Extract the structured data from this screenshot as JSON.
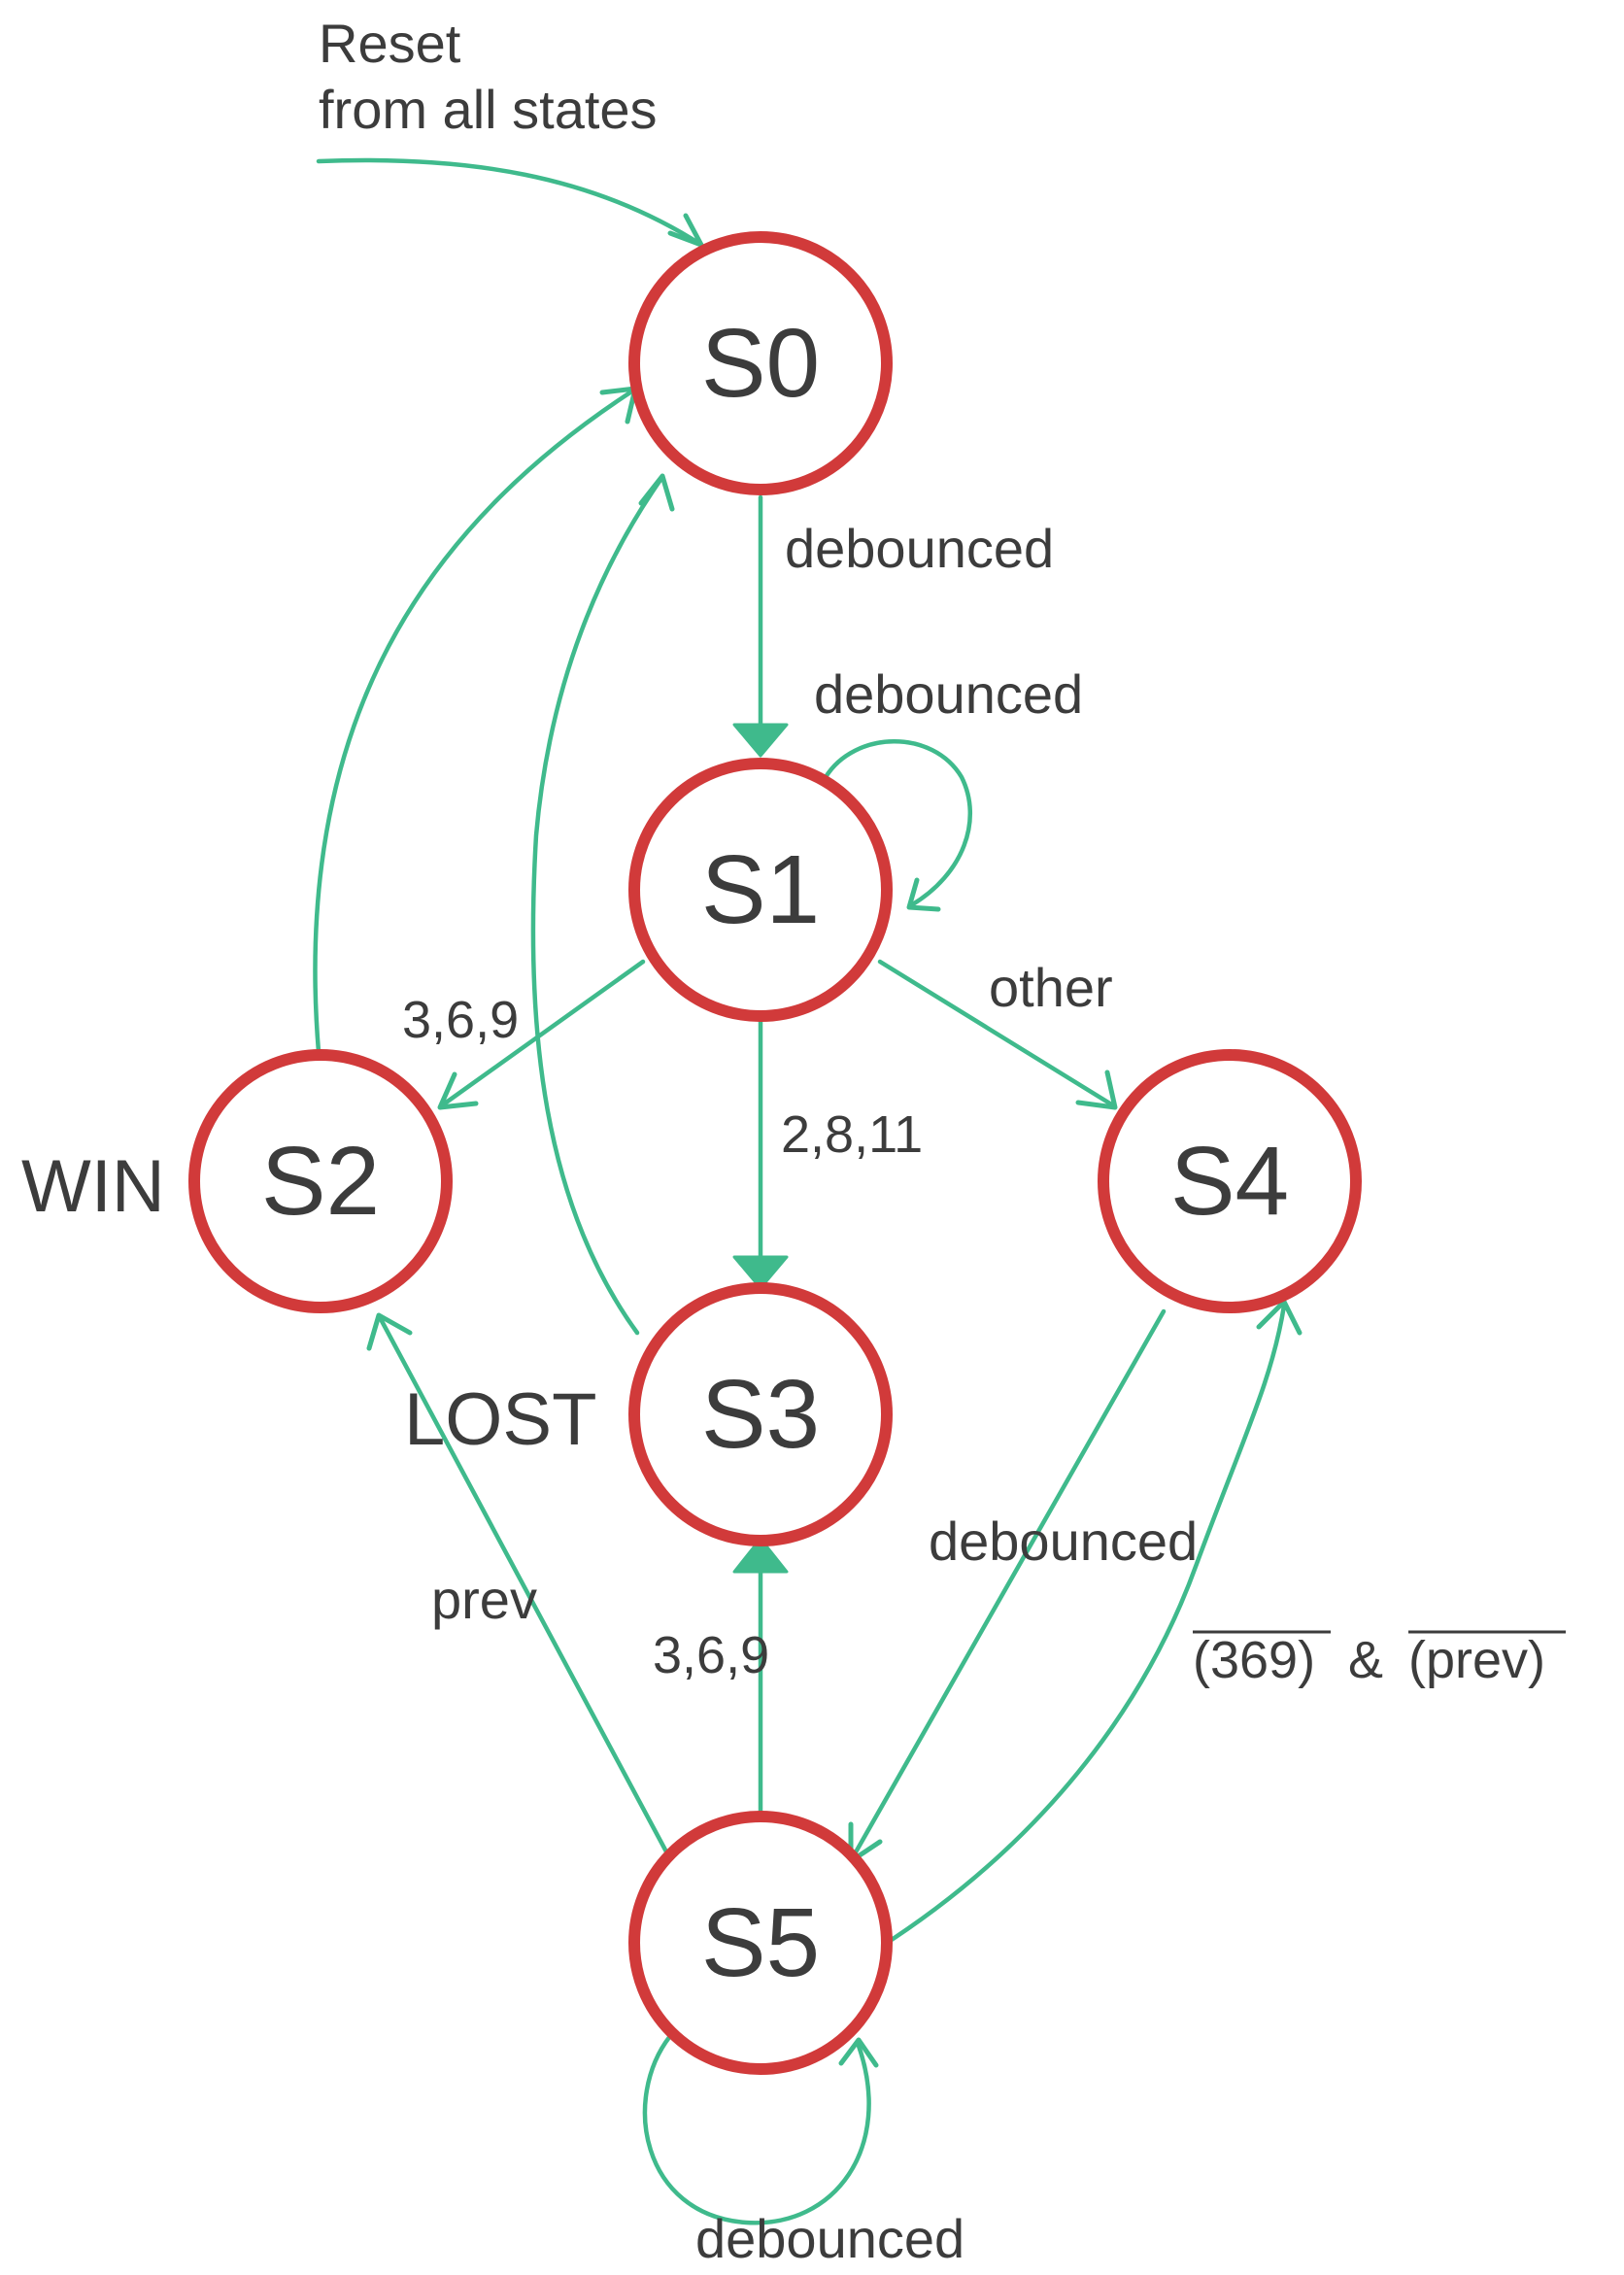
{
  "diagram": {
    "reset_note": {
      "line1": "Reset",
      "line2": "from all states"
    },
    "states": {
      "s0": "S0",
      "s1": "S1",
      "s2": "S2",
      "s3": "S3",
      "s4": "S4",
      "s5": "S5"
    },
    "outcomes": {
      "s2": "WIN",
      "s3": "LOST"
    },
    "transitions": {
      "s0_to_s1": "debounced",
      "s1_self": "debounced",
      "s1_to_s2": "3,6,9",
      "s1_to_s3": "2,8,11",
      "s1_to_s4": "other",
      "s4_to_s5": "debounced",
      "s5_to_s4_part1": "(369)",
      "s5_to_s4_amp": "&",
      "s5_to_s4_part2": "(prev)",
      "s5_to_s2": "prev",
      "s5_to_s3": "3,6,9",
      "s5_self": "debounced"
    },
    "colors": {
      "state_stroke": "#d13a3a",
      "edge": "#3fba8c",
      "text": "#3c3c3c"
    }
  }
}
